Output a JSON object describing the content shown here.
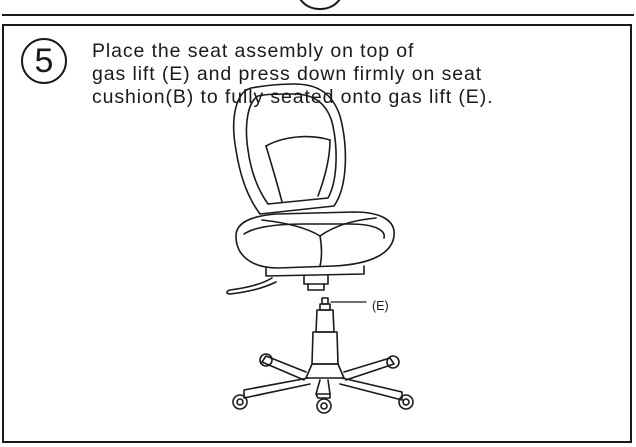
{
  "step": {
    "number": "5",
    "instruction_lines": [
      "Place the seat assembly on top of",
      "gas lift (E) and press down firmly on seat",
      "cushion(B) to fully seated onto gas lift (E)."
    ]
  },
  "illustration": {
    "callout_label": "(E)",
    "parts": [
      "seat-assembly",
      "gas-lift",
      "chair-base",
      "casters"
    ]
  }
}
